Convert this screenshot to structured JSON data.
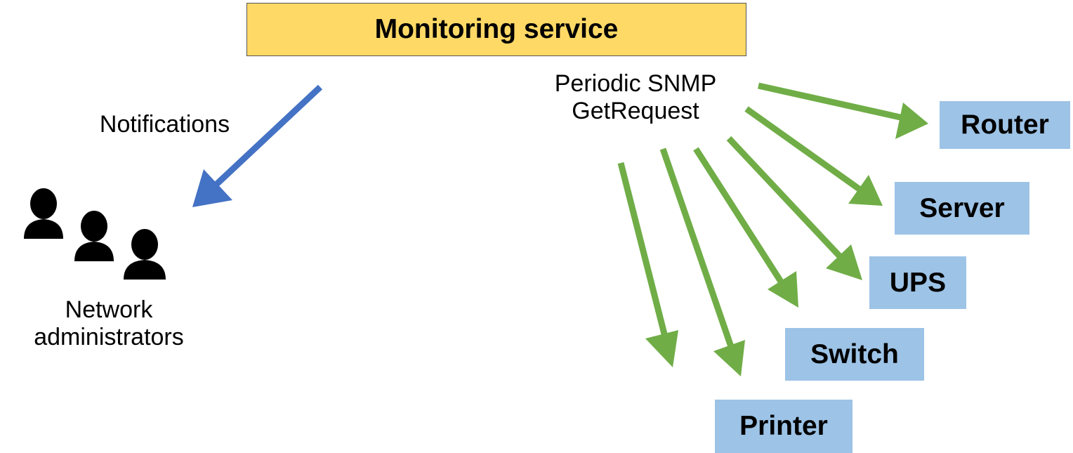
{
  "service": {
    "label": "Monitoring service",
    "fill": "#ffd966"
  },
  "notifications": {
    "label": "Notifications",
    "arrow_color": "#4472c4"
  },
  "admins": {
    "label_line1": "Network",
    "label_line2": "administrators",
    "icon": "users-group-icon"
  },
  "polling": {
    "label_line1": "Periodic SNMP",
    "label_line2": "GetRequest",
    "arrow_color": "#70ad47"
  },
  "devices": {
    "fill": "#9dc3e6",
    "router": "Router",
    "server": "Server",
    "ups": "UPS",
    "switch": "Switch",
    "printer": "Printer"
  }
}
